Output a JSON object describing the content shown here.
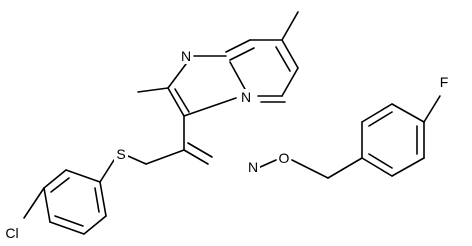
{
  "molecule": {
    "atoms": {
      "n_imidazole": "N",
      "n_bridgehead": "N",
      "s_thioether": "S",
      "n_oxime": "N",
      "o_oxime": "O",
      "f": "F",
      "cl": "Cl"
    }
  }
}
